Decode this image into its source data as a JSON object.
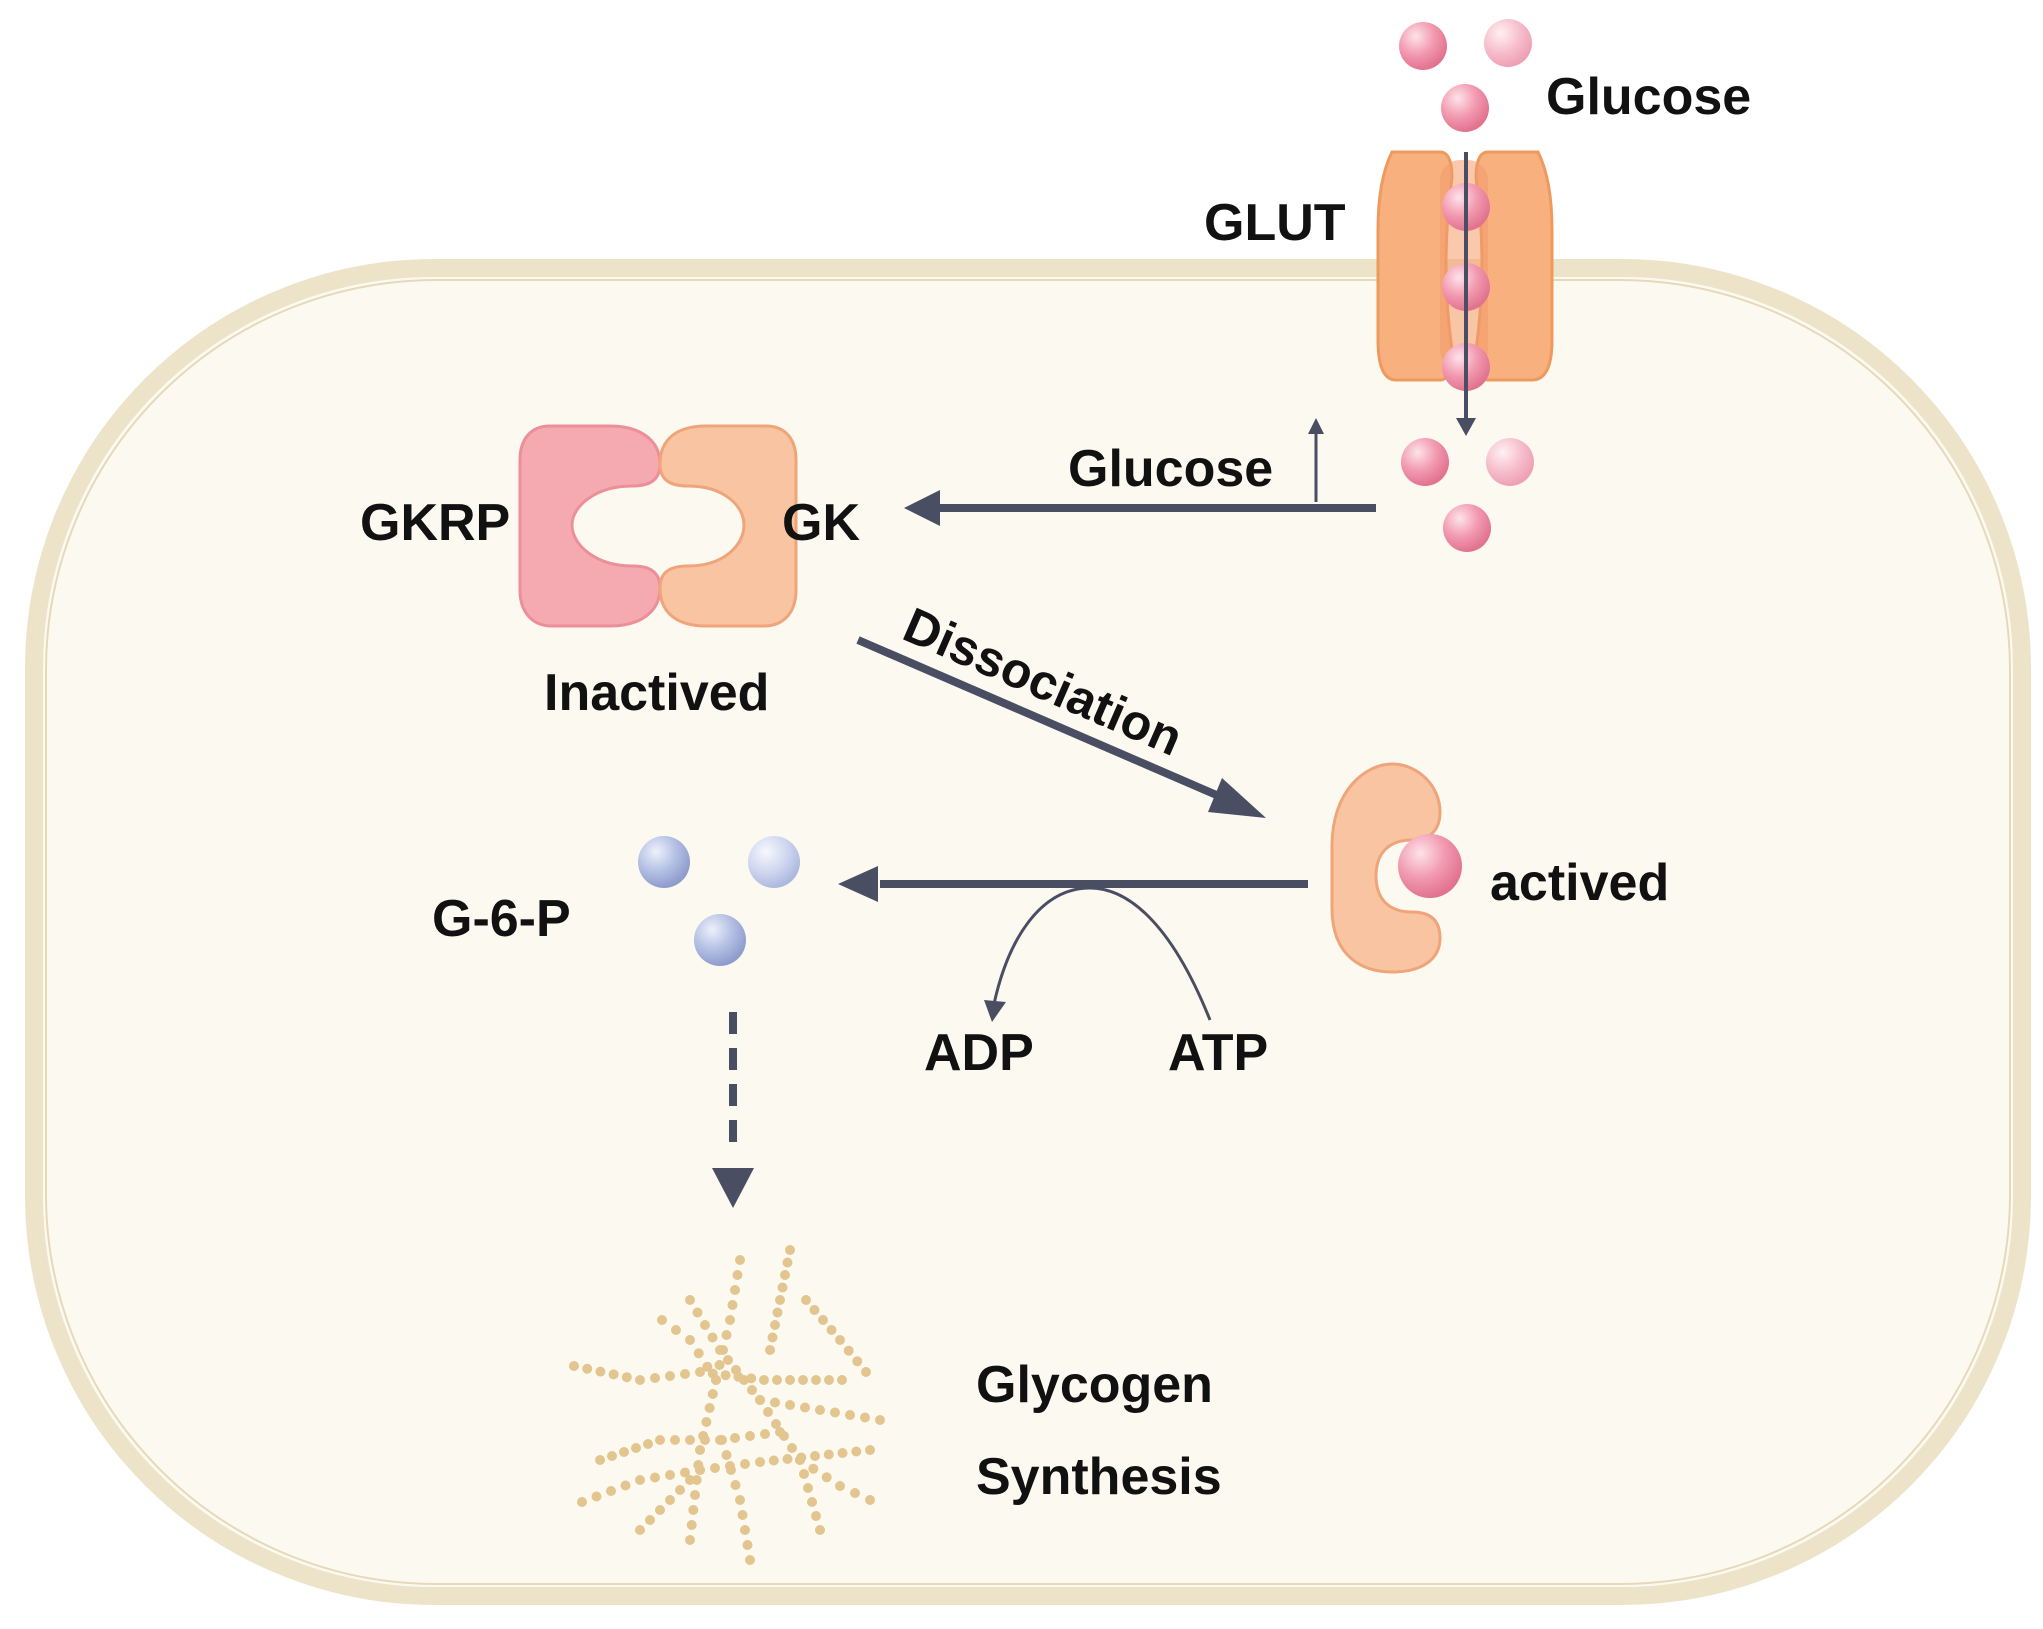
{
  "labels": {
    "glucose_outside": "Glucose",
    "glut": "GLUT",
    "glucose_inside": "Glucose",
    "gkrp": "GKRP",
    "gk": "GK",
    "inactived": "Inactived",
    "dissociation": "Dissociation",
    "actived": "actived",
    "g6p": "G-6-P",
    "adp": "ADP",
    "atp": "ATP",
    "glycogen_line1": "Glycogen",
    "glycogen_line2": "Synthesis"
  },
  "colors": {
    "cell_fill": "#fcf9f1",
    "cell_border": "#ede3c9",
    "glucose": "#f08fa6",
    "glucose_light": "#f6b4c3",
    "glut": "#f7b07e",
    "gkrp": "#f5aab1",
    "gk": "#f8c4a1",
    "g6p": "#a9b6de",
    "arrow": "#4a4e62",
    "glycogen": "#e3c590"
  }
}
